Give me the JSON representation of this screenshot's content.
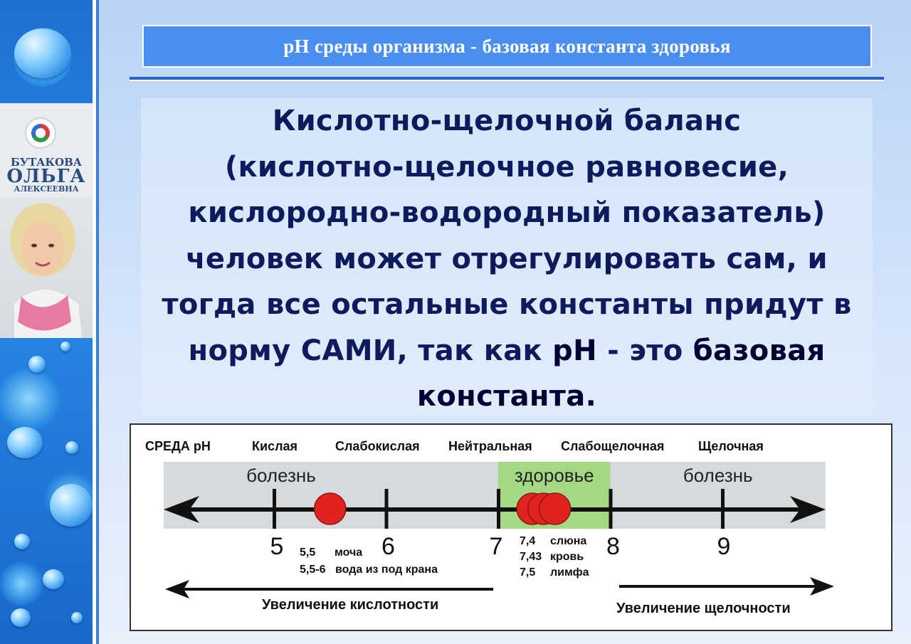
{
  "header": {
    "title": "pH среды организма - базовая константа здоровья"
  },
  "author": {
    "surname": "БУТАКОВА",
    "name": "ОЛЬГА",
    "patronymic": "АЛЕКСЕЕВНА"
  },
  "main": {
    "line1": "Кислотно-щелочной баланс",
    "line2": "(кислотно-щелочное равновесие,",
    "line3": "кислородно-водородный показатель)",
    "line4": "человек может отрегулировать сам, и",
    "line5": "тогда все остальные константы придут в",
    "line6_a": "норму САМИ, так как ",
    "line6_b": "pH",
    "line6_c": " - это ",
    "line6_d": "базовая",
    "line7": "константа."
  },
  "diagram": {
    "header_labels": [
      "СРЕДА pH",
      "Кислая",
      "Слабокислая",
      "Нейтральная",
      "Слабощелочная",
      "Щелочная"
    ],
    "zones": [
      {
        "label": "болезнь",
        "from": 4.0,
        "to": 7.0,
        "fill": "#d6dadc"
      },
      {
        "label": "здоровье",
        "from": 7.0,
        "to": 8.0,
        "fill": "#a5d884"
      },
      {
        "label": "болезнь",
        "from": 8.0,
        "to": 10.0,
        "fill": "#d6dadc"
      }
    ],
    "ticks": [
      5,
      6,
      7,
      8,
      9
    ],
    "points": [
      {
        "ph": 5.5,
        "color": "#e0231f"
      },
      {
        "ph": 7.35,
        "color": "#e0231f"
      },
      {
        "ph": 7.45,
        "color": "#e0231f"
      },
      {
        "ph": 7.55,
        "color": "#e0231f"
      }
    ],
    "notes_acid": [
      {
        "value": "5,5",
        "label": "моча"
      },
      {
        "value": "5,5-6",
        "label": "вода из под крана"
      }
    ],
    "notes_neutral": [
      {
        "value": "7,4",
        "label": "слюна"
      },
      {
        "value": "7,43",
        "label": "кровь"
      },
      {
        "value": "7,5",
        "label": "лимфа"
      }
    ],
    "arrow_left_label": "Увеличение кислотности",
    "arrow_right_label": "Увеличение щелочности",
    "colors": {
      "axis": "#111111",
      "point": "#e0231f",
      "health": "#a5d884",
      "disease": "#d6dadc"
    }
  }
}
